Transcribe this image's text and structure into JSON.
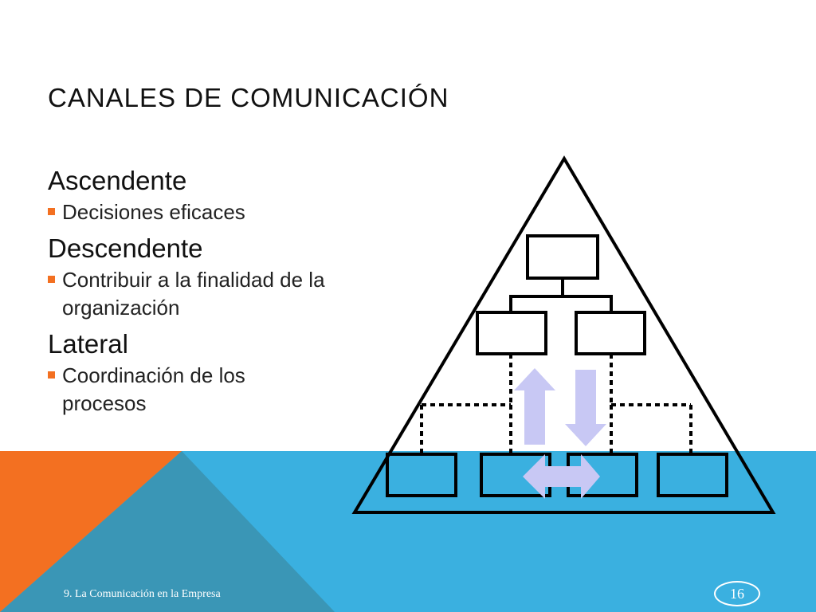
{
  "slide": {
    "title": "CANALES DE COMUNICACIÓN",
    "sections": [
      {
        "heading": "Ascendente",
        "bullets": [
          "Decisiones eficaces"
        ]
      },
      {
        "heading": "Descendente",
        "bullets": [
          "Contribuir a la finalidad de la organización"
        ]
      },
      {
        "heading": "Lateral",
        "bullets": [
          "Coordinación de los procesos"
        ]
      }
    ],
    "footer": "9. La Comunicación en la Empresa",
    "page_number": "16"
  },
  "colors": {
    "accent_orange": "#f37021",
    "accent_blue": "#3ab0e0",
    "accent_teal": "#3a96b6",
    "arrow_lavender": "#c8c8f4"
  },
  "icons": [
    "up-arrow",
    "down-arrow",
    "double-horizontal-arrow"
  ]
}
